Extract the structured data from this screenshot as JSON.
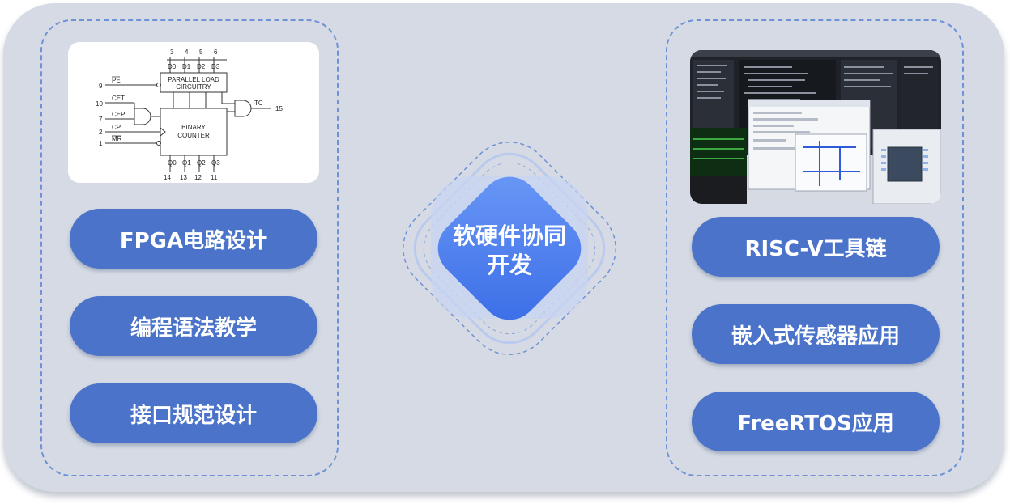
{
  "left_panel": {
    "circuit": {
      "pins_top": [
        "3",
        "4",
        "5",
        "6"
      ],
      "data_inputs": [
        "D0",
        "D1",
        "D2",
        "D3"
      ],
      "block_top": [
        "PARALLEL LOAD",
        "CIRCUITRY"
      ],
      "block_main": [
        "BINARY",
        "COUNTER"
      ],
      "left_signals": [
        "PE",
        "CET",
        "CEP",
        "CP",
        "MR"
      ],
      "left_pins": [
        "9",
        "10",
        "7",
        "2",
        "1"
      ],
      "output_signal": "TC",
      "output_pin": "15",
      "outputs": [
        "Q0",
        "Q1",
        "Q2",
        "Q3"
      ],
      "pins_bottom": [
        "14",
        "13",
        "12",
        "11"
      ]
    },
    "buttons": [
      "FPGA电路设计",
      "编程语法教学",
      "接口规范设计"
    ]
  },
  "center": {
    "title_line1": "软硬件协同",
    "title_line2": "开发"
  },
  "right_panel": {
    "buttons": [
      "RISC-V工具链",
      "嵌入式传感器应用",
      "FreeRTOS应用"
    ]
  },
  "colors": {
    "background": "#d5dae4",
    "pill": "#4a73c9",
    "dashed_border": "#6f92d6",
    "center_start": "#5a8cf5",
    "center_end": "#3c6ee6"
  }
}
